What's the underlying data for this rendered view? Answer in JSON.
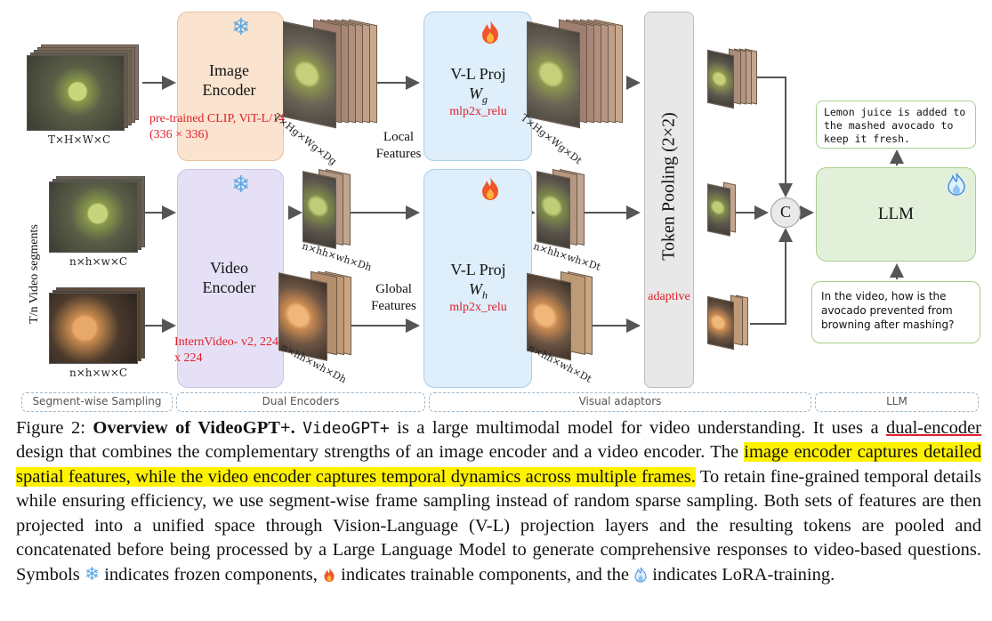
{
  "diagram": {
    "input_dims": {
      "image": "T×H×W×C",
      "segment_a": "n×h×w×C",
      "segment_b": "n×h×w×C"
    },
    "side_label": "T/n Video segments",
    "image_encoder": {
      "title": "Image Encoder",
      "note": "pre-trained CLIP, ViT-L/14 (336 × 336)",
      "icon": "snowflake-icon"
    },
    "video_encoder": {
      "title": "Video Encoder",
      "note": "InternVideo- v2, 224 x 224",
      "icon": "snowflake-icon"
    },
    "vl_proj_g": {
      "title": "V-L Proj",
      "weight": "W",
      "weight_sub": "g",
      "activation": "mlp2x_relu",
      "icon": "fire-icon"
    },
    "vl_proj_h": {
      "title": "V-L Proj",
      "weight": "W",
      "weight_sub": "h",
      "activation": "mlp2x_relu",
      "icon": "fire-icon"
    },
    "token_pooling": {
      "title": "Token Pooling (2×2)",
      "note": "adaptive"
    },
    "concat": "C",
    "llm": {
      "title": "LLM",
      "icon": "lora-flame-icon"
    },
    "feature_dims": {
      "local_in": "T×Hg×Wg×Dg",
      "local_out": "T×Hg×Wg×Dt",
      "global_in_a": "n×hh×wh×Dh",
      "global_in_b": "n×hh×wh×Dh",
      "global_out_a": "n×hh×wh×Dt",
      "global_out_b": "n×hh×wh×Dt"
    },
    "local_features": "Local Features",
    "global_features": "Global Features",
    "answer": "Lemon juice is added to the mashed avocado to keep it fresh.",
    "question": "In the video, how is the avocado prevented from browning after mashing?",
    "segments": [
      "Segment-wise Sampling",
      "Dual Encoders",
      "Visual adaptors",
      "LLM"
    ]
  },
  "caption": {
    "prefix": "Figure 2: ",
    "bold_title": "Overview of VideoGPT+.",
    "model_name": "VideoGPT+",
    "t1": " is a large multimodal model for video understanding. It uses a ",
    "underlined": "dual-encoder",
    "t2": " design that combines the complementary strengths of an image encoder and a video encoder. The ",
    "highlighted": "image encoder captures detailed spatial features, while the video encoder captures temporal dynamics across multiple frames.",
    "t3": " To retain fine-grained temporal details while ensuring efficiency, we use segment-wise frame sampling instead of random sparse sampling. Both sets of features are then projected into a unified space through Vision-Language (V-L) projection layers and the resulting tokens are pooled and concatenated before being processed by a Large Language Model to generate comprehensive responses to video-based questions. Symbols ",
    "t4": " indicates frozen components, ",
    "t5": " indicates trainable components, and the ",
    "t6": " indicates LoRA-training."
  }
}
